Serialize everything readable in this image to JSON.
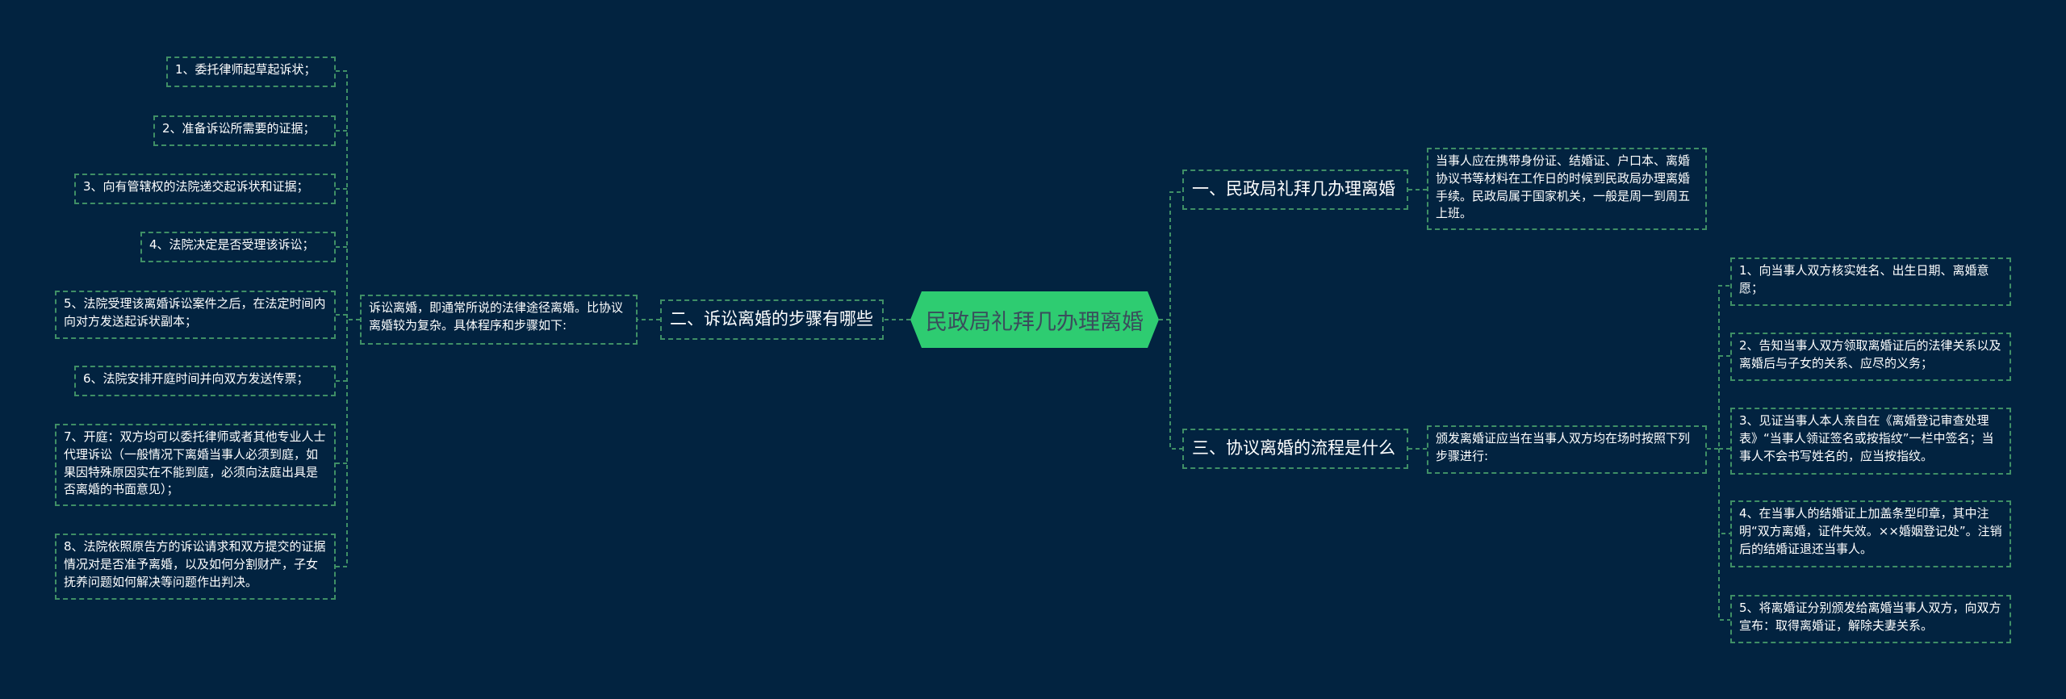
{
  "root": {
    "label": "民政局礼拜几办理离婚"
  },
  "branches": {
    "b1": {
      "label": "一、民政局礼拜几办理离婚",
      "detail": "当事人应在携带身份证、结婚证、户口本、离婚协议书等材料在工作日的时候到民政局办理离婚手续。民政局属于国家机关，一般是周一到周五上班。"
    },
    "b2": {
      "label": "二、诉讼离婚的步骤有哪些",
      "detail": "诉讼离婚，即通常所说的法律途径离婚。比协议离婚较为复杂。具体程序和步骤如下:",
      "steps": [
        "1、委托律师起草起诉状；",
        "2、准备诉讼所需要的证据；",
        "3、向有管辖权的法院递交起诉状和证据；",
        "4、法院决定是否受理该诉讼；",
        "5、法院受理该离婚诉讼案件之后，在法定时间内向对方发送起诉状副本；",
        "6、法院安排开庭时间并向双方发送传票；",
        "7、开庭：双方均可以委托律师或者其他专业人士代理诉讼（一般情况下离婚当事人必须到庭，如果因特殊原因实在不能到庭，必须向法庭出具是否离婚的书面意见）；",
        "8、法院依照原告方的诉讼请求和双方提交的证据情况对是否准予离婚，以及如何分割财产，子女抚养问题如何解决等问题作出判决。"
      ]
    },
    "b3": {
      "label": "三、协议离婚的流程是什么",
      "detail": "颁发离婚证应当在当事人双方均在场时按照下列步骤进行:",
      "steps": [
        "1、向当事人双方核实姓名、出生日期、离婚意愿；",
        "2、告知当事人双方领取离婚证后的法律关系以及离婚后与子女的关系、应尽的义务；",
        "3、见证当事人本人亲自在《离婚登记审查处理表》“当事人领证签名或按指纹”一栏中签名；当事人不会书写姓名的，应当按指纹。",
        "4、在当事人的结婚证上加盖条型印章，其中注明“双方离婚，证件失效。××婚姻登记处”。注销后的结婚证退还当事人。",
        "5、将离婚证分别颁发给离婚当事人双方，向双方宣布：取得离婚证，解除夫妻关系。"
      ]
    }
  },
  "colors": {
    "background": "#022340",
    "root_fill": "#2ecc71",
    "root_text": "#3a4d5c",
    "line": "#3f8f66",
    "text": "#ffffff"
  }
}
